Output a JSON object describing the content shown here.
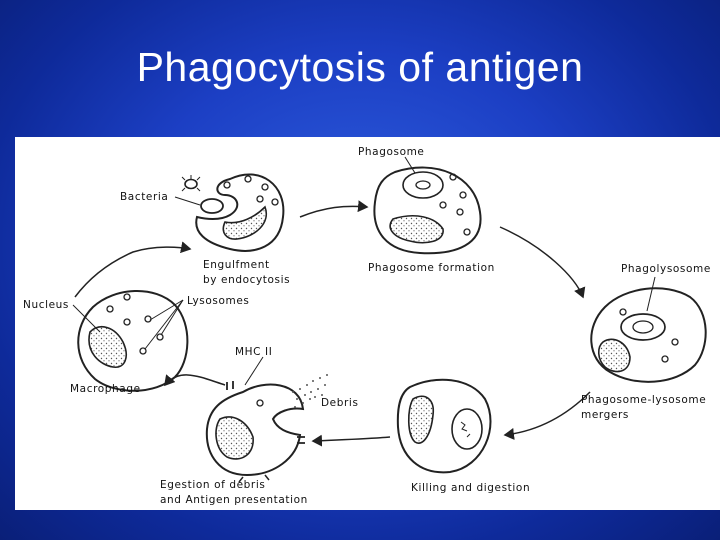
{
  "title": "Phagocytosis of antigen",
  "diagram": {
    "labels": {
      "bacteria": "Bacteria",
      "phagosome": "Phagosome",
      "engulfment_1": "Engulfment",
      "engulfment_2": "by endocytosis",
      "phagosome_formation": "Phagosome formation",
      "phagolysosome": "Phagolysosome",
      "nucleus": "Nucleus",
      "lysosomes": "Lysosomes",
      "mhc": "MHC II",
      "macrophage": "Macrophage",
      "debris": "Debris",
      "merger_1": "Phagosome-lysosome",
      "merger_2": "mergers",
      "egestion_1": "Egestion of debris",
      "egestion_2": "and Antigen presentation",
      "killing": "Killing and digestion"
    }
  }
}
